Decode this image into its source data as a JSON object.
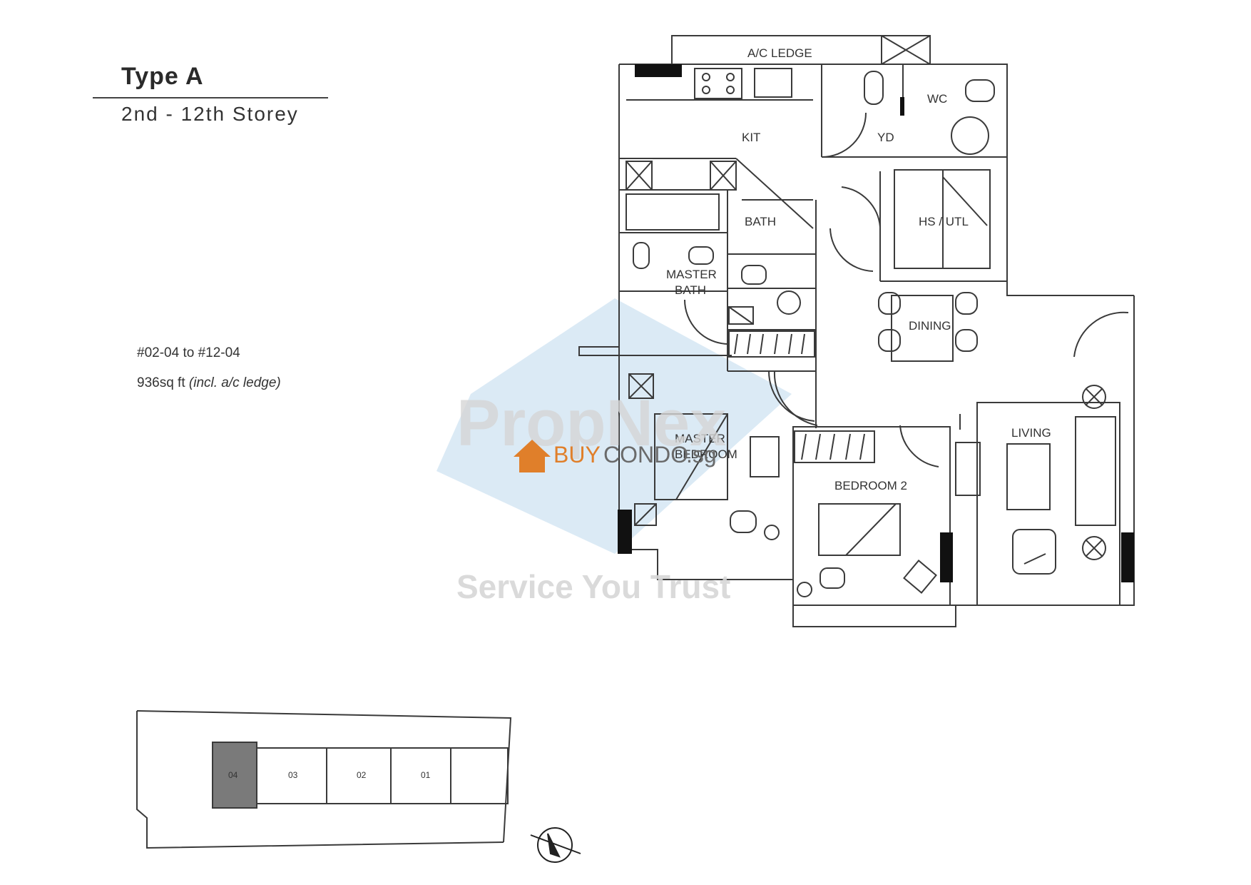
{
  "header": {
    "type_label": "Type A",
    "storey_label": "2nd - 12th Storey"
  },
  "unit_info": {
    "unit_range": "#02-04 to #12-04",
    "area": "936sq ft",
    "area_note": "(incl. a/c ledge)"
  },
  "rooms": {
    "ac_ledge": "A/C LEDGE",
    "kitchen": "KIT",
    "yard": "YD",
    "wc": "WC",
    "bath": "BATH",
    "master_bath_line1": "MASTER",
    "master_bath_line2": "BATH",
    "hs_util": "HS / UTL",
    "dining": "DINING",
    "master_bedroom_line1": "MASTER",
    "master_bedroom_line2": "BEDROOM",
    "bedroom2": "BEDROOM 2",
    "living": "LIVING"
  },
  "keyplan": {
    "units": [
      "04",
      "03",
      "02",
      "01"
    ],
    "highlighted_unit": "04"
  },
  "watermark": {
    "brand": "PropNex",
    "tagline": "Service You Trust",
    "site_part1": "BUY",
    "site_part2": "CONDO",
    "site_part3": ".sg"
  },
  "colors": {
    "line": "#3a3a3a",
    "wall_black": "#111111",
    "keyplan_highlight": "#7a7a7a",
    "watermark_blue": "#cfe3f2",
    "watermark_orange": "#e07f2a",
    "watermark_grey": "#6a6a6a"
  },
  "icons": {
    "north": "north-arrow-icon",
    "house": "house-icon"
  }
}
